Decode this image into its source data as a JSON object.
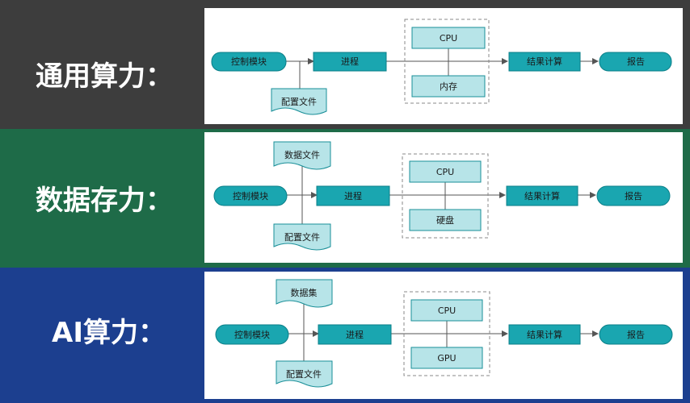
{
  "colors": {
    "general_band": "#3d3d3d",
    "storage_band": "#1e6b48",
    "ai_band": "#1c3f8f",
    "process_fill": "#1aa6b0",
    "process_stroke": "#0b7f88",
    "component_fill": "#b7e4e8",
    "component_stroke": "#1a8f98",
    "line": "#555555"
  },
  "bands": [
    {
      "title": "通用算力：",
      "control": "控制模块",
      "input_top": "",
      "input_bottom": "配置文件",
      "process": "进程",
      "unit_top": "CPU",
      "unit_bottom": "内存",
      "compute": "结果计算",
      "report": "报告"
    },
    {
      "title": "数据存力：",
      "control": "控制模块",
      "input_top": "数据文件",
      "input_bottom": "配置文件",
      "process": "进程",
      "unit_top": "CPU",
      "unit_bottom": "硬盘",
      "compute": "结果计算",
      "report": "报告"
    },
    {
      "title": "AI算力：",
      "control": "控制模块",
      "input_top": "数据集",
      "input_bottom": "配置文件",
      "process": "进程",
      "unit_top": "CPU",
      "unit_bottom": "GPU",
      "compute": "结果计算",
      "report": "报告"
    }
  ]
}
